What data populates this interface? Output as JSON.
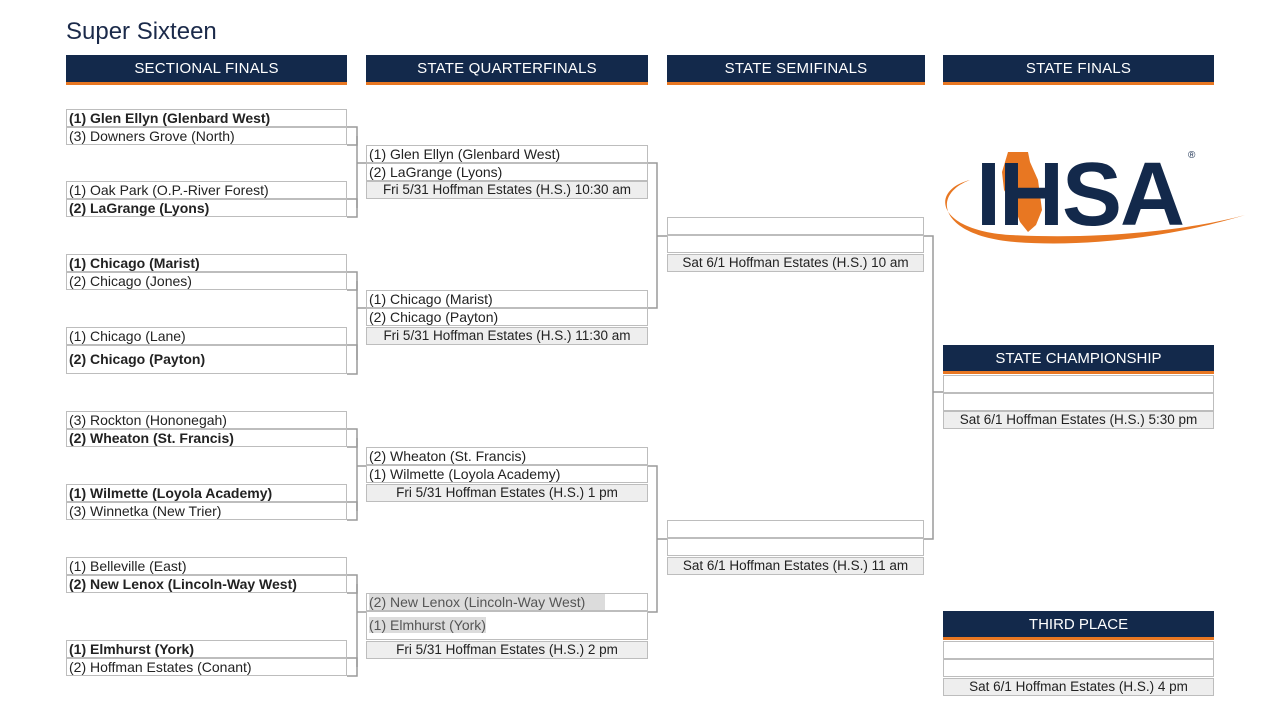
{
  "page": {
    "title": "Super Sixteen"
  },
  "headers": {
    "sectional_finals": "SECTIONAL FINALS",
    "state_quarterfinals": "STATE QUARTERFINALS",
    "state_semifinals": "STATE SEMIFINALS",
    "state_finals": "STATE FINALS"
  },
  "sectional": [
    {
      "top": "(1) Glen Ellyn (Glenbard West)",
      "bottom": "(3) Downers Grove (North)"
    },
    {
      "top": "(1) Oak Park (O.P.-River Forest)",
      "bottom": "(2) LaGrange (Lyons)"
    },
    {
      "top": "(1) Chicago (Marist)",
      "bottom": "(2) Chicago (Jones)"
    },
    {
      "top": "(1) Chicago (Lane)",
      "bottom": "(2) Chicago (Payton)"
    },
    {
      "top": "(3) Rockton (Hononegah)",
      "bottom": "(2) Wheaton (St. Francis)"
    },
    {
      "top": "(1) Wilmette (Loyola Academy)",
      "bottom": "(3) Winnetka (New Trier)"
    },
    {
      "top": "(1) Belleville (East)",
      "bottom": "(2) New Lenox (Lincoln-Way West)"
    },
    {
      "top": "(1) Elmhurst (York)",
      "bottom": "(2) Hoffman Estates (Conant)"
    }
  ],
  "quarterfinals": [
    {
      "top": "(1) Glen Ellyn (Glenbard West)",
      "bottom": "(2) LaGrange (Lyons)",
      "info": "Fri 5/31 Hoffman Estates (H.S.) 10:30 am"
    },
    {
      "top": "(1) Chicago (Marist)",
      "bottom": "(2) Chicago (Payton)",
      "info": "Fri 5/31 Hoffman Estates (H.S.) 11:30 am"
    },
    {
      "top": "(2) Wheaton (St. Francis)",
      "bottom": "(1) Wilmette (Loyola Academy)",
      "info": "Fri 5/31 Hoffman Estates (H.S.) 1 pm"
    },
    {
      "top": "(2) New Lenox (Lincoln-Way West)",
      "bottom": "(1) Elmhurst (York)",
      "info": "Fri 5/31 Hoffman Estates (H.S.) 2 pm"
    }
  ],
  "semifinals": [
    {
      "top": "",
      "bottom": "",
      "info": "Sat 6/1 Hoffman Estates (H.S.) 10 am"
    },
    {
      "top": "",
      "bottom": "",
      "info": "Sat 6/1 Hoffman Estates (H.S.) 11 am"
    }
  ],
  "championship": {
    "label": "STATE CHAMPIONSHIP",
    "top": "",
    "bottom": "",
    "info": "Sat 6/1 Hoffman Estates (H.S.) 5:30 pm"
  },
  "third_place": {
    "label": "THIRD PLACE",
    "top": "",
    "bottom": "",
    "info": "Sat 6/1 Hoffman Estates (H.S.) 4 pm"
  },
  "logo": {
    "text": "IHSA",
    "registered": "®"
  },
  "colors": {
    "navy": "#13294b",
    "orange": "#e87722",
    "border": "#bdbdbd",
    "info_bg": "#eeeeee"
  }
}
